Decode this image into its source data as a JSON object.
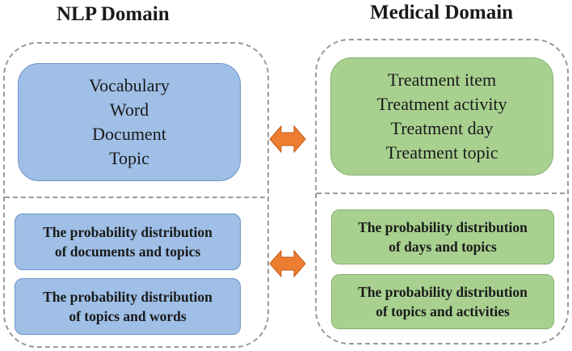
{
  "left": {
    "title": "NLP Domain",
    "concepts": [
      "Vocabulary",
      "Word",
      "Document",
      "Topic"
    ],
    "distributions": [
      [
        "The probability distribution",
        "of documents and topics"
      ],
      [
        "The probability distribution",
        "of topics and words"
      ]
    ]
  },
  "right": {
    "title": "Medical Domain",
    "concepts": [
      "Treatment item",
      "Treatment activity",
      "Treatment day",
      "Treatment topic"
    ],
    "distributions": [
      [
        "The probability distribution",
        "of days and topics"
      ],
      [
        "The probability distribution",
        "of topics and activities"
      ]
    ]
  },
  "colors": {
    "nlp_box": "#9fbfe6",
    "medical_box": "#a8d190",
    "arrow": "#ed7d31",
    "dashed_border": "#9a9a9a"
  },
  "icons": [
    "double-arrow-icon",
    "double-arrow-icon"
  ]
}
